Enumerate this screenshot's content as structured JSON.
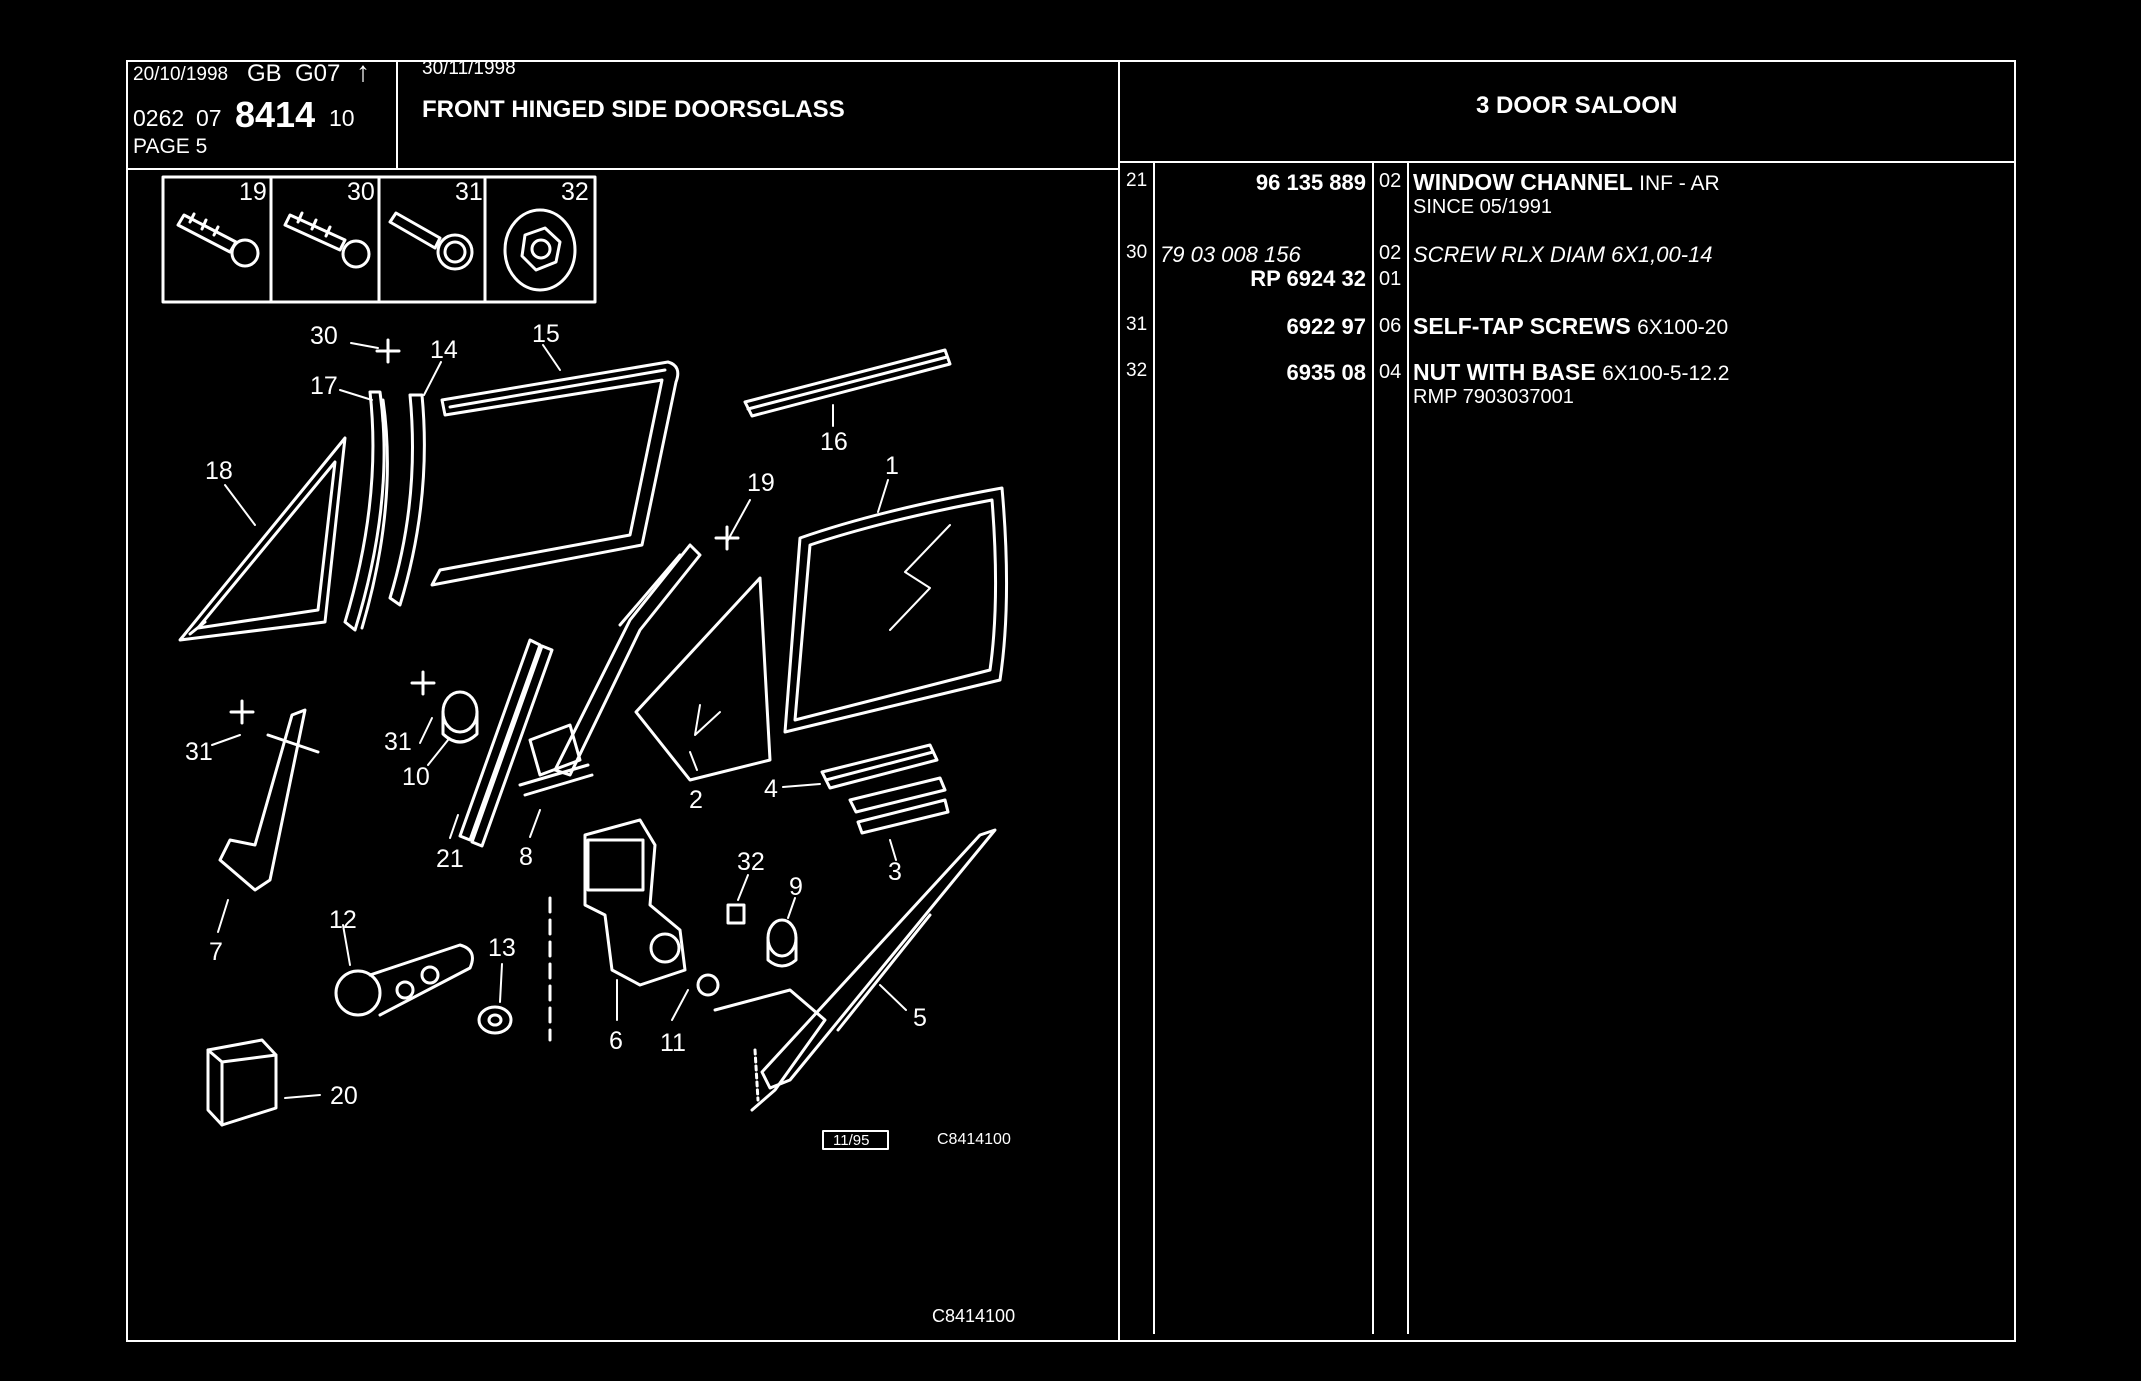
{
  "header": {
    "date1": "20/10/1998",
    "market": "GB",
    "code": "G07",
    "arrow": "↑",
    "date2": "30/11/1998",
    "ref_a": "0262",
    "ref_b": "07",
    "group": "8414",
    "ref_c": "10",
    "page": "PAGE 5",
    "title": "FRONT HINGED SIDE DOORSGLASS",
    "model": "3 DOOR SALOON"
  },
  "thumbnails": [
    "19",
    "30",
    "31",
    "32"
  ],
  "callouts": [
    "30",
    "14",
    "15",
    "17",
    "18",
    "16",
    "19",
    "1",
    "31",
    "10",
    "21",
    "8",
    "2",
    "4",
    "3",
    "31",
    "7",
    "32",
    "9",
    "12",
    "13",
    "6",
    "11",
    "5",
    "20"
  ],
  "diagram": {
    "date_box": "11/95",
    "ref": "C8414100",
    "footer_ref": "C8414100"
  },
  "parts": [
    {
      "item": "21",
      "number": "96 135 889",
      "number2": "",
      "qty": "02",
      "qty2": "",
      "name": "WINDOW CHANNEL",
      "spec": "INF - AR",
      "note": "SINCE  05/1991"
    },
    {
      "item": "30",
      "number": "79 03 008 156",
      "number2": "RP  6924 32",
      "qty": "02",
      "qty2": "01",
      "name": "SCREW RLX DIAM 6X1,00-14",
      "spec": "",
      "note": ""
    },
    {
      "item": "31",
      "number": "6922 97",
      "number2": "",
      "qty": "06",
      "qty2": "",
      "name": "SELF-TAP SCREWS",
      "spec": "6X100-20",
      "note": ""
    },
    {
      "item": "32",
      "number": "6935 08",
      "number2": "",
      "qty": "04",
      "qty2": "",
      "name": "NUT WITH BASE",
      "spec": "6X100-5-12.2",
      "note": "RMP 7903037001"
    }
  ]
}
